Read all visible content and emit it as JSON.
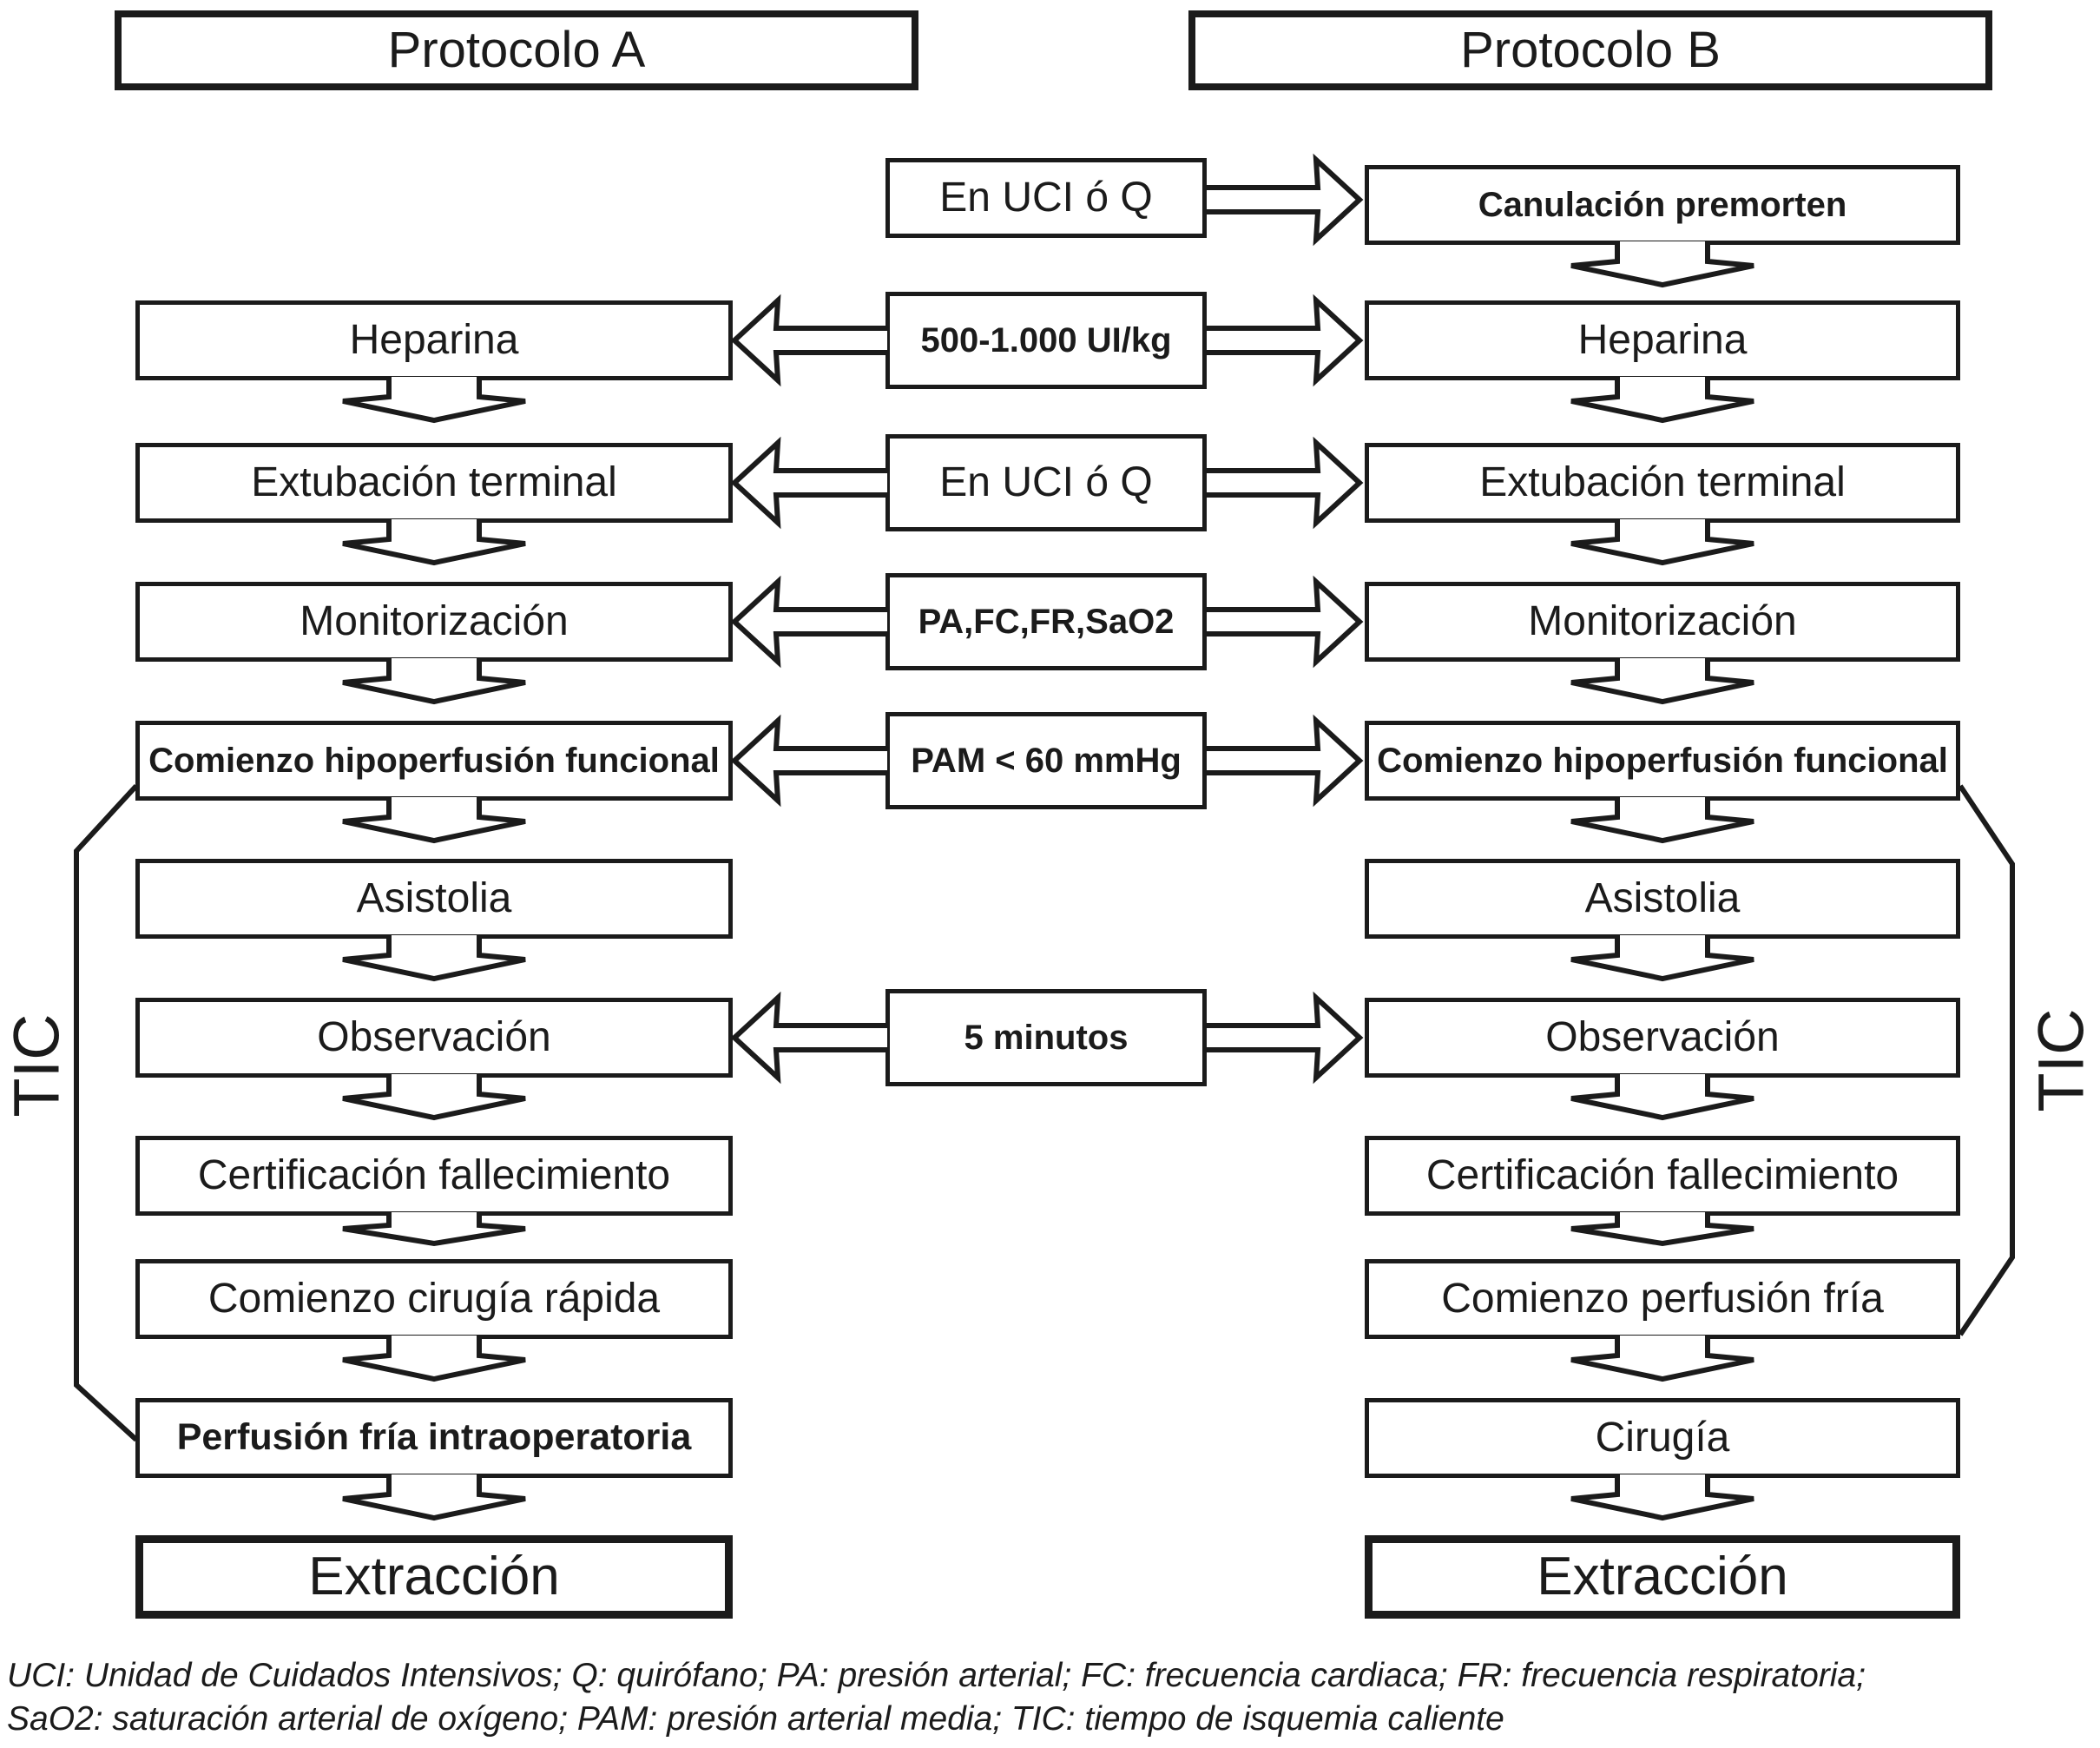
{
  "colors": {
    "ink": "#1b1b1b",
    "background": "#ffffff"
  },
  "headers": {
    "protocol_a": "Protocolo A",
    "protocol_b": "Protocolo B"
  },
  "rows": [
    {
      "left": null,
      "middle": {
        "label": "En UCI ó Q",
        "bold": false
      },
      "right": {
        "label": "Canulación premorten",
        "bold": true
      },
      "arrows": "middle-to-right"
    },
    {
      "left": {
        "label": "Heparina",
        "bold": false
      },
      "middle": {
        "label": "500-1.000 UI/kg",
        "bold": true
      },
      "right": {
        "label": "Heparina",
        "bold": false
      },
      "arrows": "middle-to-both"
    },
    {
      "left": {
        "label": "Extubación terminal",
        "bold": false
      },
      "middle": {
        "label": "En UCI ó Q",
        "bold": false
      },
      "right": {
        "label": "Extubación terminal",
        "bold": false
      },
      "arrows": "middle-to-both"
    },
    {
      "left": {
        "label": "Monitorización",
        "bold": false
      },
      "middle": {
        "label": "PA,FC,FR,SaO2",
        "bold": true
      },
      "right": {
        "label": "Monitorización",
        "bold": false
      },
      "arrows": "middle-to-both"
    },
    {
      "left": {
        "label": "Comienzo hipoperfusión funcional",
        "bold": true
      },
      "middle": {
        "label": "PAM < 60 mmHg",
        "bold": true
      },
      "right": {
        "label": "Comienzo hipoperfusión funcional",
        "bold": true
      },
      "arrows": "middle-to-both"
    },
    {
      "left": {
        "label": "Asistolia",
        "bold": false
      },
      "middle": null,
      "right": {
        "label": "Asistolia",
        "bold": false
      },
      "arrows": "none"
    },
    {
      "left": {
        "label": "Observación",
        "bold": false
      },
      "middle": {
        "label": "5 minutos",
        "bold": true
      },
      "right": {
        "label": "Observación",
        "bold": false
      },
      "arrows": "middle-to-both"
    },
    {
      "left": {
        "label": "Certificación fallecimiento",
        "bold": false
      },
      "middle": null,
      "right": {
        "label": "Certificación fallecimiento",
        "bold": false
      },
      "arrows": "none"
    },
    {
      "left": {
        "label": "Comienzo cirugía rápida",
        "bold": false
      },
      "middle": null,
      "right": {
        "label": "Comienzo perfusión fría",
        "bold": false
      },
      "arrows": "none"
    },
    {
      "left": {
        "label": "Perfusión fría intraoperatoria",
        "bold": true
      },
      "middle": null,
      "right": {
        "label": "Cirugía",
        "bold": false
      },
      "arrows": "none"
    },
    {
      "left": {
        "label": "Extracción",
        "bold": false
      },
      "middle": null,
      "right": {
        "label": "Extracción",
        "bold": false
      },
      "arrows": "none"
    }
  ],
  "side_labels": {
    "left": "TIC",
    "right": "TIC"
  },
  "legend": {
    "line1": "UCI: Unidad de Cuidados Intensivos; Q: quirófano;  PA: presión arterial; FC: frecuencia cardiaca; FR: frecuencia respiratoria;",
    "line2": "SaO2: saturación arterial de oxígeno; PAM: presión arterial media; TIC: tiempo de isquemia caliente"
  }
}
